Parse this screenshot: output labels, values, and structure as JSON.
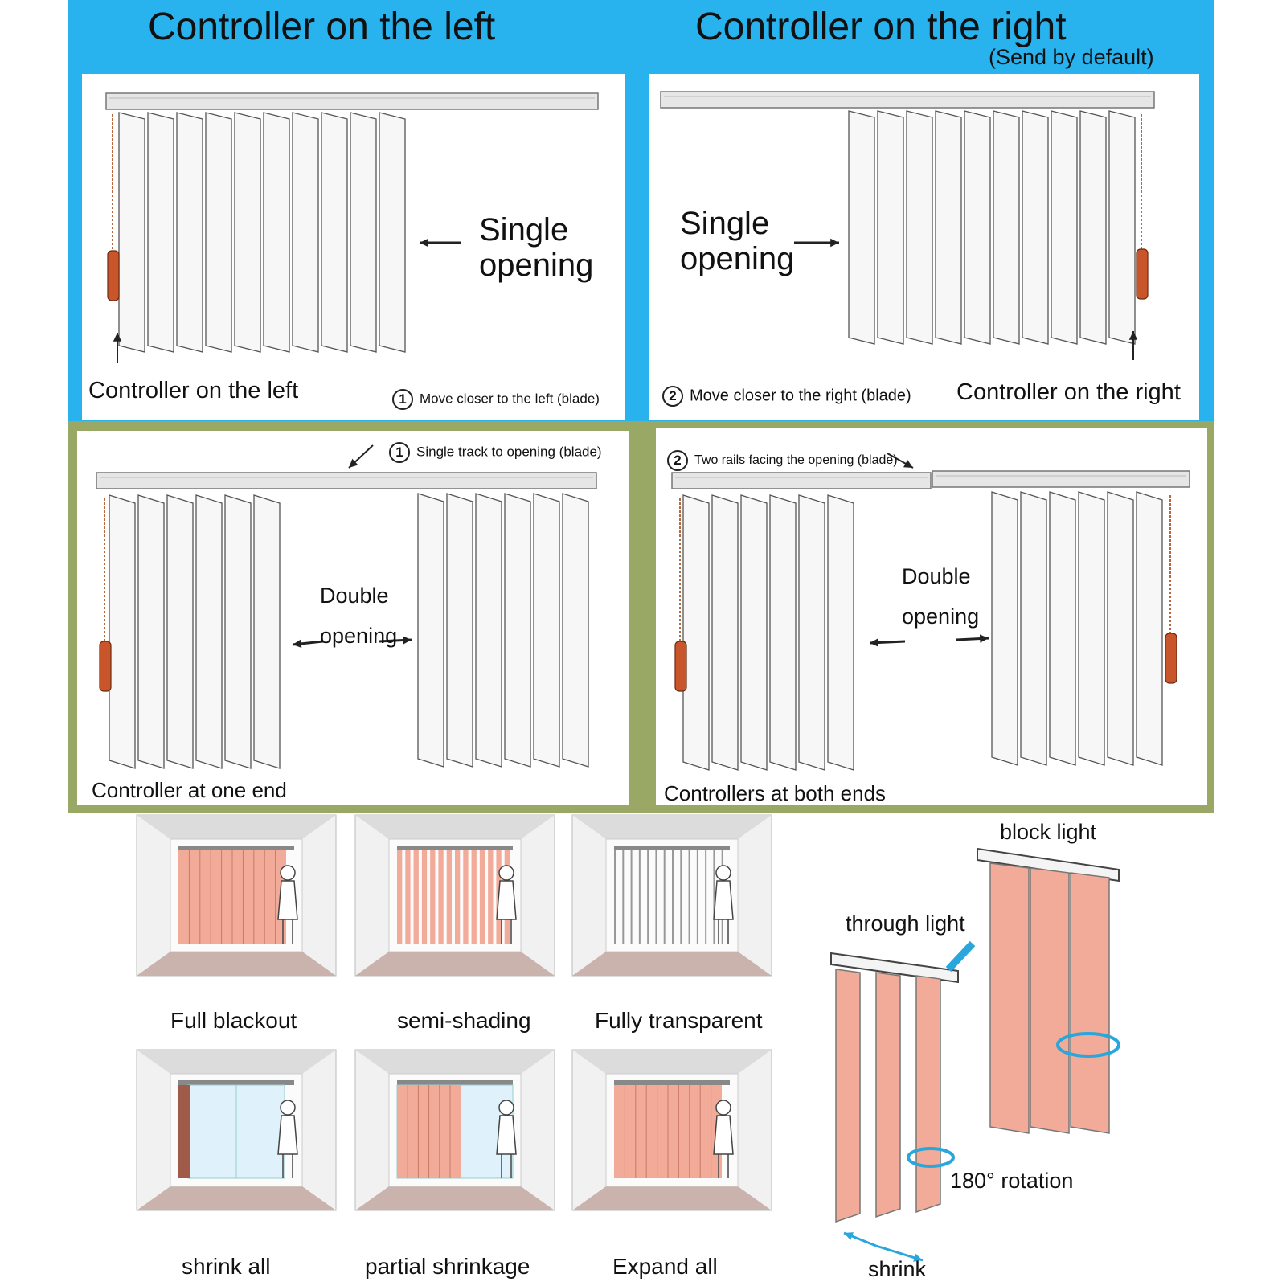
{
  "top": {
    "left_title": "Controller on the left",
    "right_title": "Controller on the right",
    "right_subtitle": "(Send by default)"
  },
  "panel_a": {
    "caption": "Controller on the left",
    "label_line1": "Single",
    "label_line2": "opening",
    "step_num": "1",
    "step_text": "Move closer to the left (blade)"
  },
  "panel_b": {
    "caption": "Controller on the right",
    "label_line1": "Single",
    "label_line2": "opening",
    "step_num": "2",
    "step_text": "Move closer to the right (blade)"
  },
  "panel_c": {
    "caption": "Controller at one end",
    "label_line1": "Double",
    "label_line2": "opening",
    "step_num": "1",
    "step_text": "Single track to opening (blade)"
  },
  "panel_d": {
    "caption": "Controllers at both ends",
    "label_line1": "Double",
    "label_line2": "opening",
    "step_num": "2",
    "step_text": "Two rails facing the opening (blade)"
  },
  "modes": [
    {
      "label": "Full blackout"
    },
    {
      "label": "semi-shading"
    },
    {
      "label": "Fully transparent"
    },
    {
      "label": "shrink all"
    },
    {
      "label": "partial shrinkage"
    },
    {
      "label": "Expand all"
    }
  ],
  "rotation": {
    "block_light": "block light",
    "through_light": "through light",
    "rotation_label": "180° rotation",
    "shrink_label": "shrink"
  },
  "colors": {
    "top_frame": "#29b3ee",
    "mid_frame": "#9aa865",
    "blade_fill": "#f7f7f7",
    "controller": "#c9562a",
    "pink_fabric": "#f2ab98",
    "arrow_blue": "#29a6dc"
  }
}
